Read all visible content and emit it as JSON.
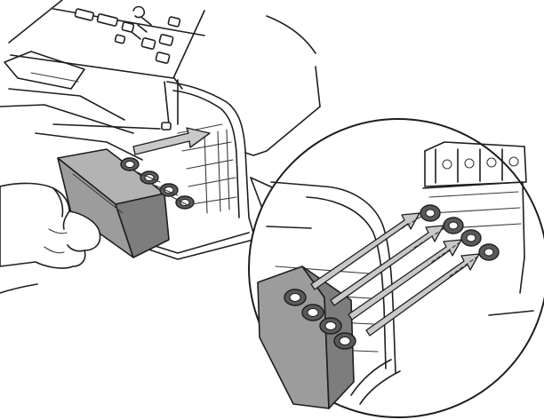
{
  "illustration": {
    "colors": {
      "line": "#1e1e1e",
      "fine_line": "#3a3a3a",
      "holder_fill": "#9c9c9c",
      "holder_shade": "#7d7d7d",
      "arrow_fill": "#c9c9c9",
      "connector_fill": "#5a5a5a",
      "background": "#ffffff"
    },
    "parts": {
      "printer": "printer-body",
      "holder": "cartridge-holder",
      "hand": "hand",
      "magnifier": "magnified-callout"
    }
  }
}
